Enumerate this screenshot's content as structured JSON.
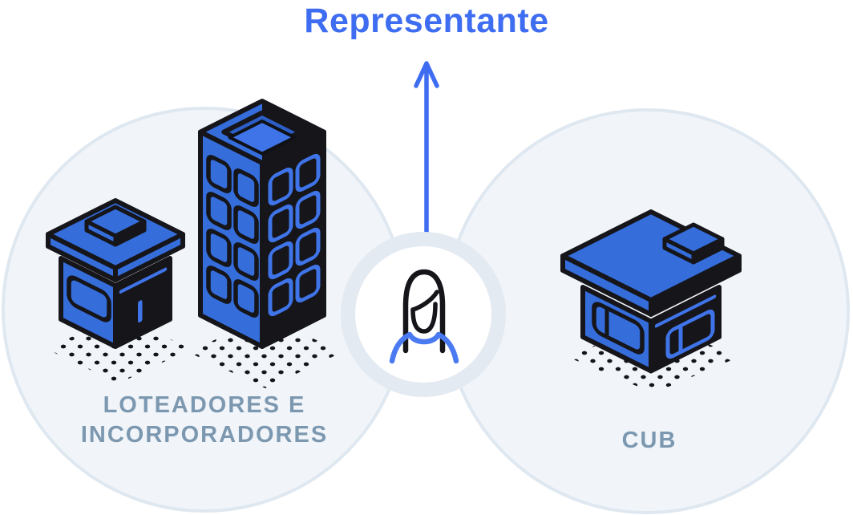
{
  "title": "Representante",
  "diagram": {
    "left_group": {
      "label": "LOTEADORES E\nINCORPORADORES",
      "illustrations": [
        "small-building-icon",
        "tower-building-icon"
      ]
    },
    "right_group": {
      "label": "CUB",
      "illustrations": [
        "warehouse-box-icon"
      ]
    },
    "center": {
      "icon": "person-icon",
      "arrow_icon": "up-arrow-icon",
      "arrow_points_to": "Representante"
    }
  },
  "colors": {
    "accent_blue": "#3F6DF2",
    "building_blue": "#356DDB",
    "window_blue": "#3F74E8",
    "outline_black": "#15151A",
    "circle_fill": "#F1F5F9",
    "circle_edge": "#DFE8F0",
    "halo_gray": "#E4EAF1",
    "label_slate": "#7C98B0",
    "shoulder_blue": "#4A7AF2"
  }
}
